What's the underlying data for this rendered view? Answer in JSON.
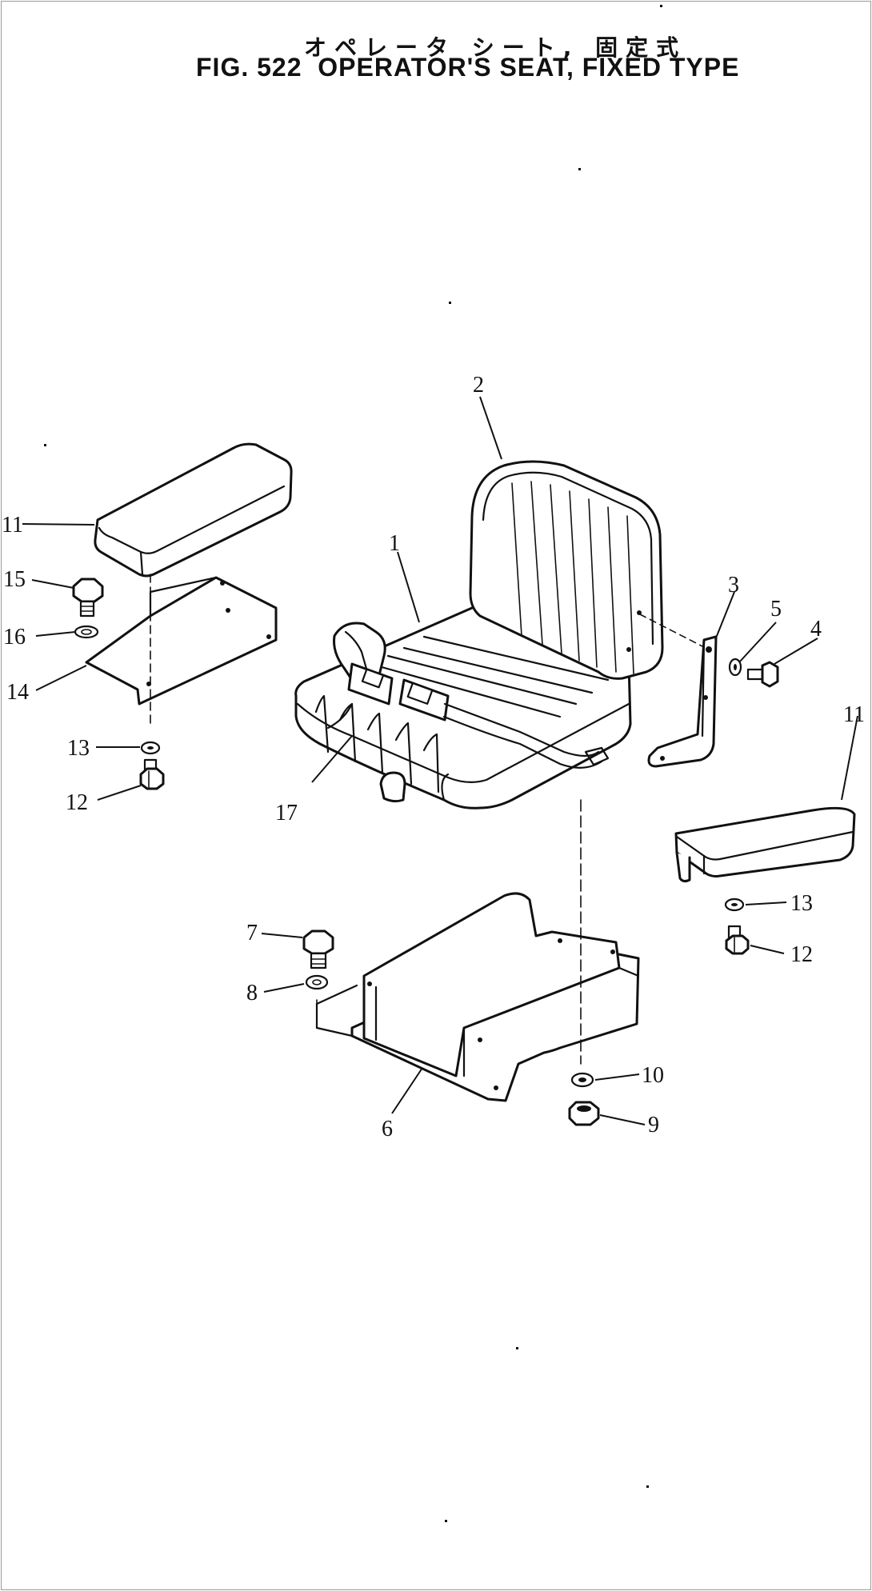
{
  "title_japanese": "オペレータ シート, 固定式",
  "title_english": "FIG. 522  OPERATOR'S SEAT, FIXED TYPE",
  "callouts": {
    "c1": "1",
    "c2": "2",
    "c3": "3",
    "c4": "4",
    "c5": "5",
    "c6": "6",
    "c7": "7",
    "c8": "8",
    "c9": "9",
    "c10": "10",
    "c11_left": "11",
    "c11_right": "11",
    "c12_left": "12",
    "c12_right": "12",
    "c13_left": "13",
    "c13_right": "13",
    "c14": "14",
    "c15": "15",
    "c16": "16",
    "c17": "17"
  }
}
